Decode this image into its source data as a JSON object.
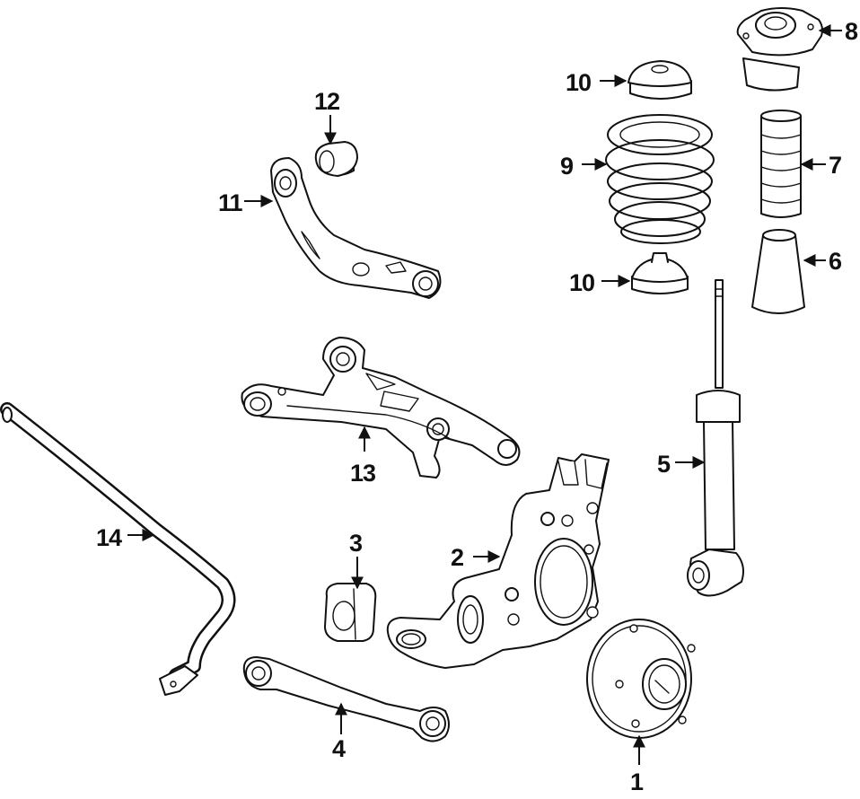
{
  "callouts": {
    "c1": "1",
    "c2": "2",
    "c3": "3",
    "c4": "4",
    "c5": "5",
    "c6": "6",
    "c7": "7",
    "c8": "8",
    "c9": "9",
    "c10a": "10",
    "c10b": "10",
    "c11": "11",
    "c12": "12",
    "c13": "13",
    "c14": "14"
  },
  "colors": {
    "line": "#111111",
    "background": "#ffffff"
  }
}
